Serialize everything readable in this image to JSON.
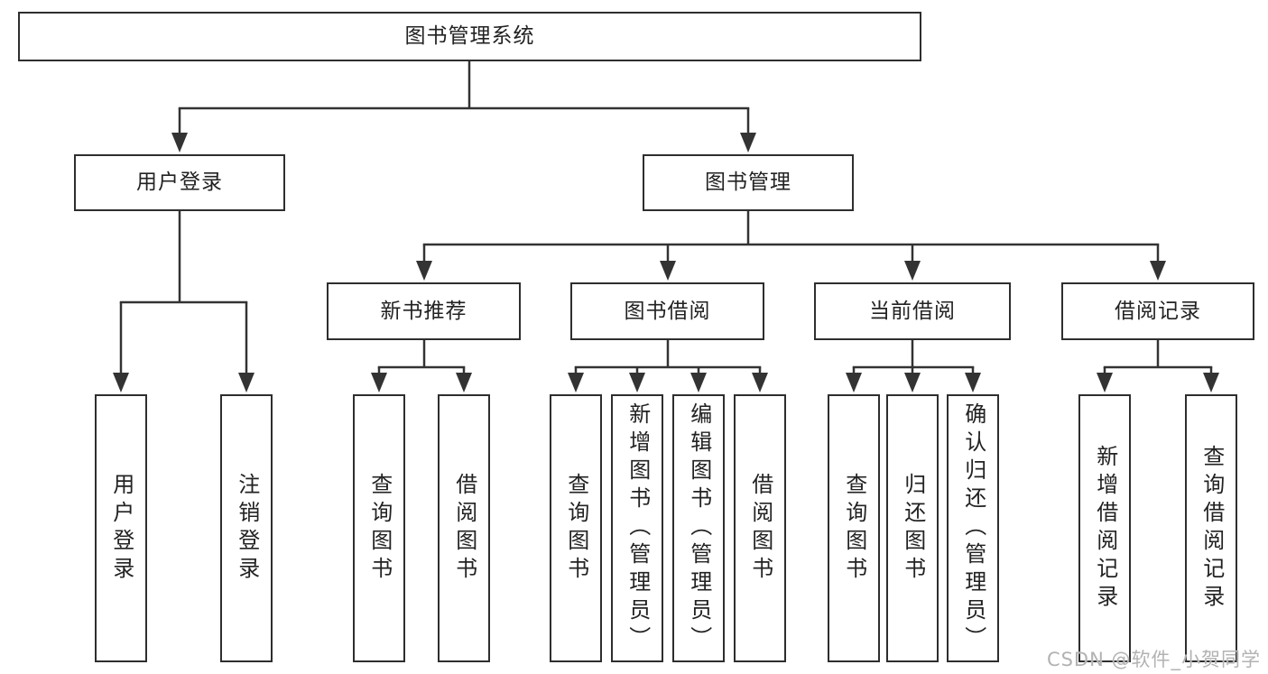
{
  "diagram_title": "图书管理系统",
  "tree": {
    "label": "图书管理系统",
    "children": [
      {
        "label": "用户登录",
        "children": [
          {
            "label": "用户登录"
          },
          {
            "label": "注销登录"
          }
        ]
      },
      {
        "label": "图书管理",
        "children": [
          {
            "label": "新书推荐",
            "children": [
              {
                "label": "查询图书"
              },
              {
                "label": "借阅图书"
              }
            ]
          },
          {
            "label": "图书借阅",
            "children": [
              {
                "label": "查询图书"
              },
              {
                "label": "新增图书（管理员）"
              },
              {
                "label": "编辑图书（管理员）"
              },
              {
                "label": "借阅图书"
              }
            ]
          },
          {
            "label": "当前借阅",
            "children": [
              {
                "label": "查询图书"
              },
              {
                "label": "归还图书"
              },
              {
                "label": "确认归还（管理员）"
              }
            ]
          },
          {
            "label": "借阅记录",
            "children": [
              {
                "label": "新增借阅记录"
              },
              {
                "label": "查询借阅记录"
              }
            ]
          }
        ]
      }
    ]
  },
  "watermark": {
    "text": "CSDN @软件_小贺同学"
  },
  "colors": {
    "background": "#ffffff",
    "line": "#333333",
    "box_border": "#2e2e2e",
    "text": "#222222",
    "watermark": "#b2b2b2"
  }
}
